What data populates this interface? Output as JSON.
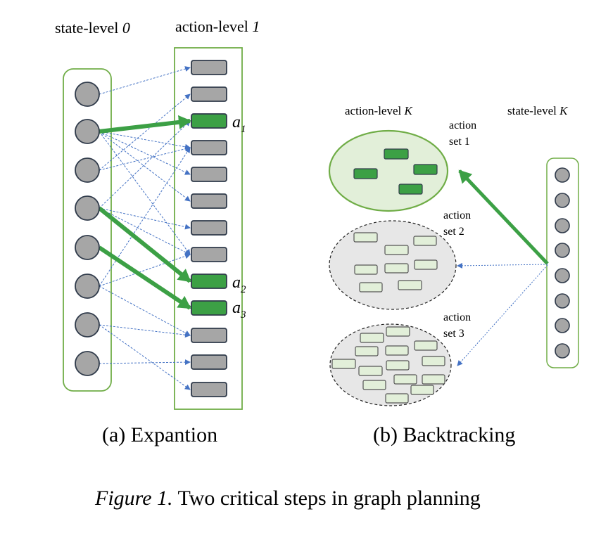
{
  "panel_a": {
    "state_level_label": "state-level",
    "state_level_index": "0",
    "action_level_label": "action-level",
    "action_level_index": "1",
    "action_labels": [
      {
        "base": "a",
        "sub": "1"
      },
      {
        "base": "a",
        "sub": "2"
      },
      {
        "base": "a",
        "sub": "3"
      }
    ],
    "caption": "(a) Expantion"
  },
  "panel_b": {
    "action_level_label": "action-level",
    "action_level_index": "K",
    "state_level_label": "state-level",
    "state_level_index": "K",
    "set_1": {
      "line1": "action",
      "line2": "set 1"
    },
    "set_2": {
      "line1": "action",
      "line2": "set 2"
    },
    "set_3": {
      "line1": "action",
      "line2": "set 3"
    },
    "caption": "(b) Backtracking"
  },
  "figure_caption": {
    "prefix": "Figure 1.",
    "text": " Two critical steps in graph planning"
  },
  "colors": {
    "green_border": "#70ad47",
    "green_fill": "#3ca045",
    "gray_node": "#a6a6a6",
    "dark_outline": "#2f3a4a",
    "dashed_blue": "#4472c4",
    "light_green_bg": "#e2efd9",
    "light_gray_bg": "#e7e7e7"
  }
}
